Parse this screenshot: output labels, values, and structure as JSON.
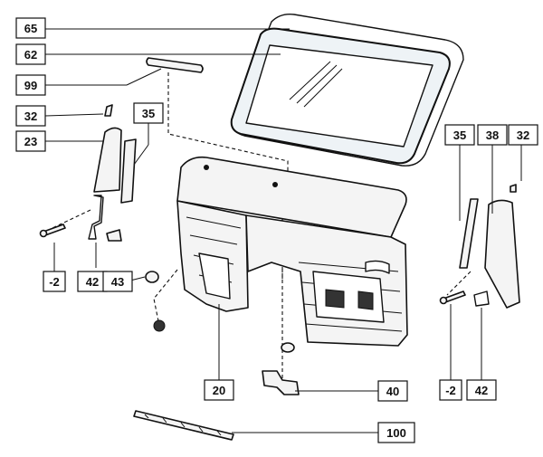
{
  "callouts": [
    {
      "id": "c65",
      "label": "65"
    },
    {
      "id": "c62",
      "label": "62"
    },
    {
      "id": "c99",
      "label": "99"
    },
    {
      "id": "c32a",
      "label": "32"
    },
    {
      "id": "c35a",
      "label": "35"
    },
    {
      "id": "c23",
      "label": "23"
    },
    {
      "id": "c2a",
      "label": "-2"
    },
    {
      "id": "c42a",
      "label": "42"
    },
    {
      "id": "c43",
      "label": "43"
    },
    {
      "id": "c20",
      "label": "20"
    },
    {
      "id": "c40",
      "label": "40"
    },
    {
      "id": "c100",
      "label": "100"
    },
    {
      "id": "c35b",
      "label": "35"
    },
    {
      "id": "c38",
      "label": "38"
    },
    {
      "id": "c32b",
      "label": "32"
    },
    {
      "id": "c2b",
      "label": "-2"
    },
    {
      "id": "c42b",
      "label": "42"
    }
  ]
}
